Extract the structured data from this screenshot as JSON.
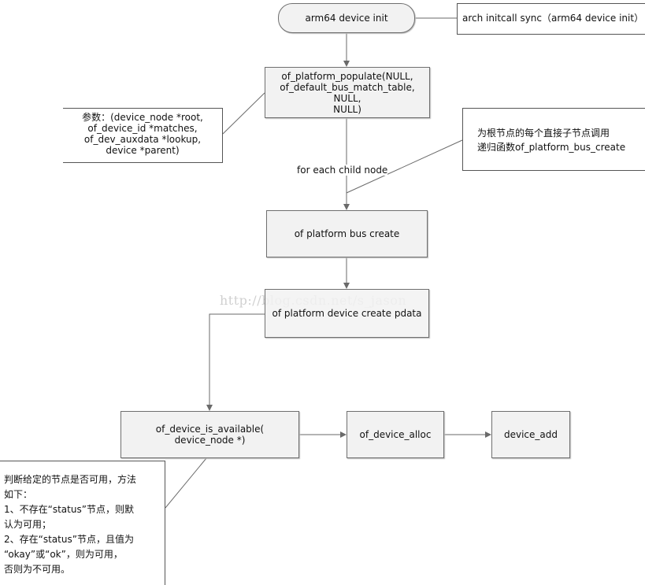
{
  "nodes": {
    "arm64_device_init": "arm64  device  init",
    "of_platform_populate": [
      "of_platform_populate(NULL,",
      "of_default_bus_match_table,",
      "NULL,",
      "NULL)"
    ],
    "of_platform_bus_create": "of  platform  bus  create",
    "of_platform_device_create_pdata": "of  platform  device  create  pdata",
    "of_device_is_available": [
      "of_device_is_available(",
      "device_node *)"
    ],
    "of_device_alloc": "of_device_alloc",
    "device_add": "device_add"
  },
  "notes": {
    "arch_initcall": "arch  initcall  sync（arm64  device  init）",
    "params": [
      "参数：(device_node *root,",
      "of_device_id *matches,",
      "of_dev_auxdata *lookup,",
      "device *parent)"
    ],
    "recursive": [
      "为根节点的每个直接子节点调用",
      "递归函数of_platform_bus_create"
    ],
    "available": [
      "判断给定的节点是否可用，方法",
      "如下：",
      "1、不存在“status”节点，则默",
      "认为可用；",
      "2、存在“status”节点，且值为",
      "“okay”或“ok”，则为可用，",
      "否则为不可用。"
    ]
  },
  "edge_labels": {
    "for_each_child": "for  each  child  node"
  },
  "watermark": "http://blog.csdn.net/s_jason",
  "colors": {
    "box_fill": "#f2f2f2",
    "box_border": "#6f6f6f",
    "line": "#6a6a6a",
    "watermark": "#d0d0d0"
  }
}
